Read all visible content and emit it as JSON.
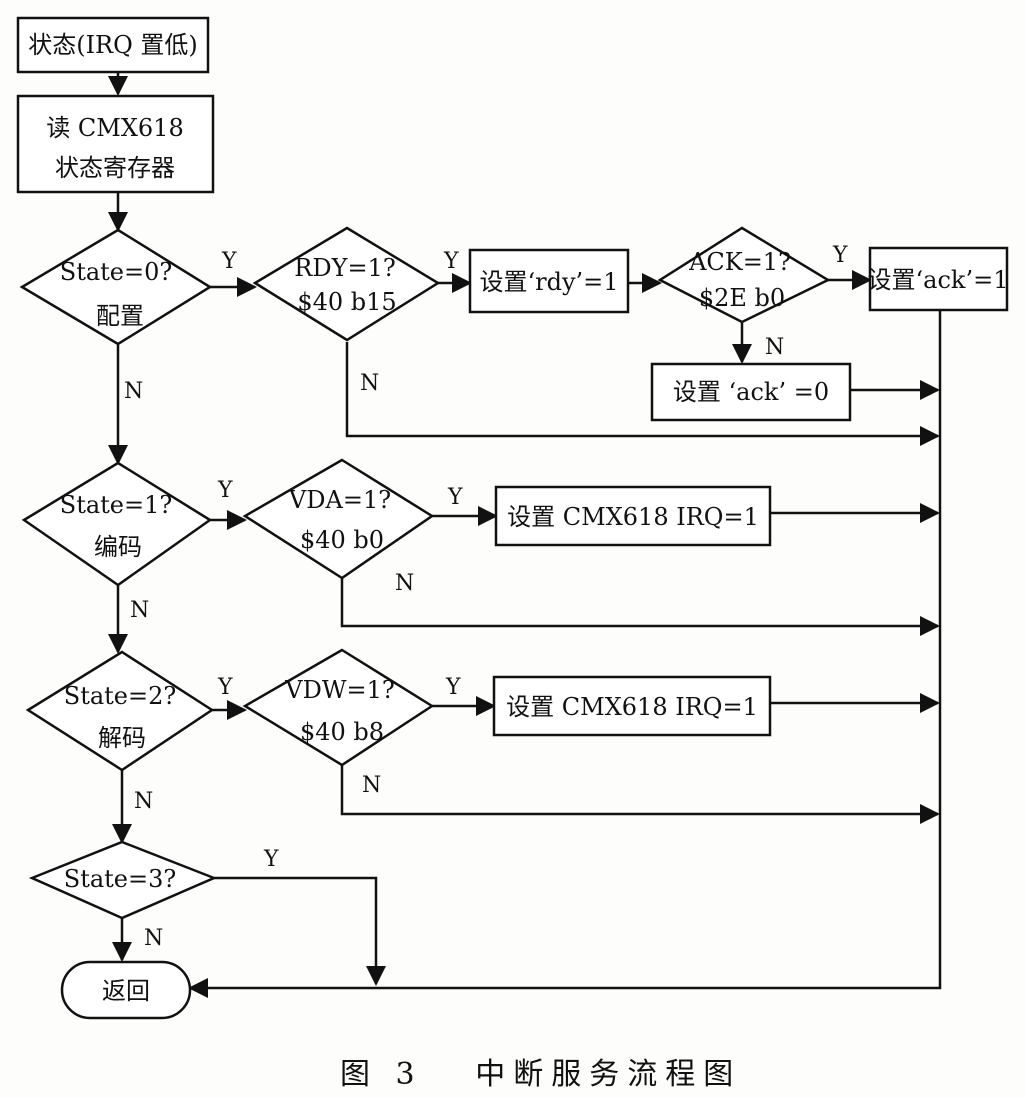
{
  "nodes": {
    "start": "状态(IRQ 置低)",
    "read_line1": "读 CMX618",
    "read_line2": "状态寄存器",
    "state0_line1": "State=0?",
    "state0_line2": "配置",
    "rdy_line1": "RDY=1?",
    "rdy_line2": "$40 b15",
    "set_rdy": "设置‘rdy’=1",
    "ack_line1": "ACK=1?",
    "ack_line2": "$2E b0",
    "set_ack1": "设置‘ack’=1",
    "set_ack0": "设置 ‘ack’ =0",
    "state1_line1": "State=1?",
    "state1_line2": "编码",
    "vda_line1": "VDA=1?",
    "vda_line2": "$40 b0",
    "set_irq_enc": "设置 CMX618 IRQ=1",
    "state2_line1": "State=2?",
    "state2_line2": "解码",
    "vdw_line1": "VDW=1?",
    "vdw_line2": "$40 b8",
    "set_irq_dec": "设置 CMX618 IRQ=1",
    "state3": "State=3?",
    "return": "返回"
  },
  "labels": {
    "yes": "Y",
    "no": "N"
  },
  "caption": "图 3   中断服务流程图"
}
